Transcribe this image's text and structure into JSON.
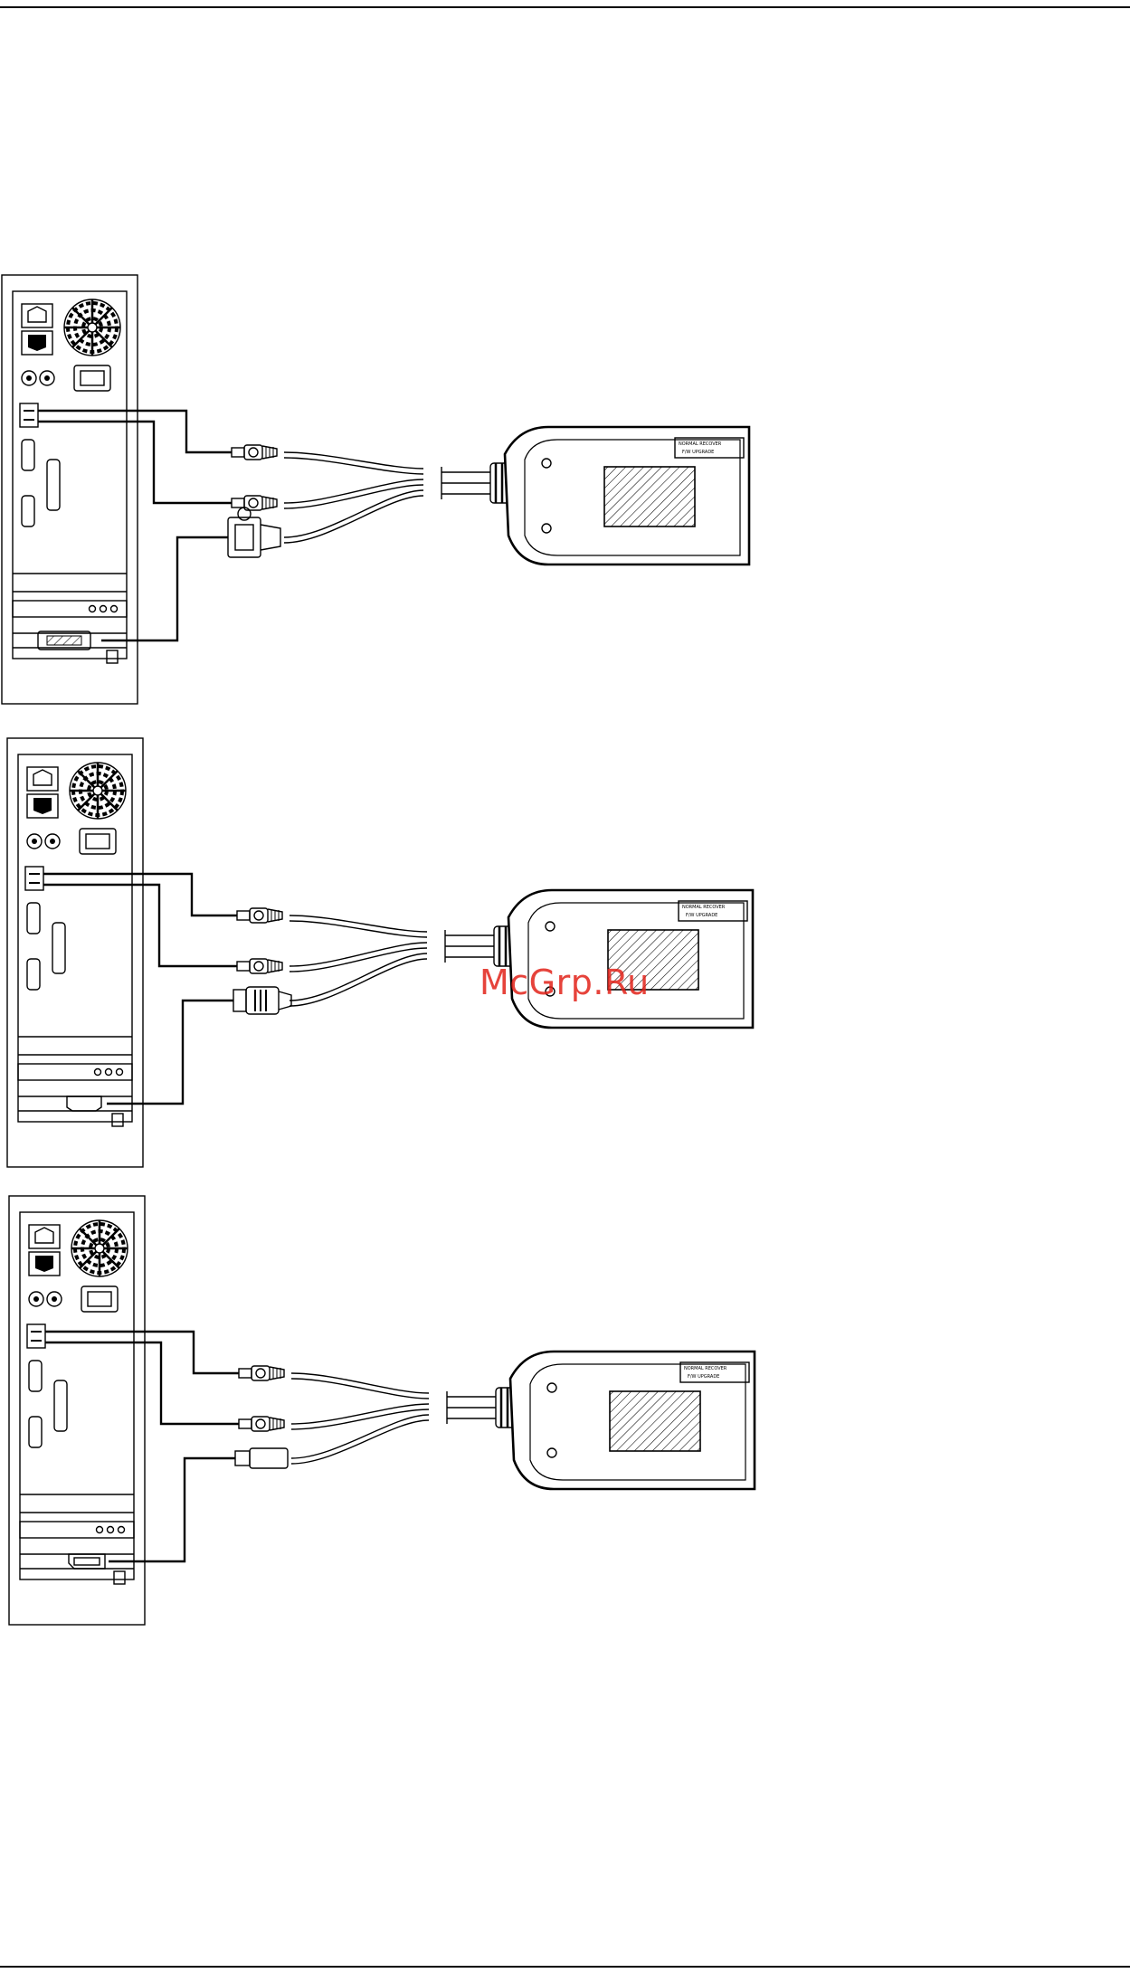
{
  "watermark": "McGrp.Ru",
  "diagram": {
    "panels": [
      {
        "id": "dvi",
        "video_port": "DVI",
        "video_plug": "DVI"
      },
      {
        "id": "hdmi",
        "video_port": "HDMI",
        "video_plug": "HDMI"
      },
      {
        "id": "displayport",
        "video_port": "DisplayPort",
        "video_plug": "DisplayPort"
      }
    ],
    "adapter_labels": [
      "NORMAL RECOVER",
      "F/W UPGRADE"
    ]
  },
  "colors": {
    "line": "#000000",
    "background": "#ffffff",
    "watermark": "#e2231a"
  }
}
